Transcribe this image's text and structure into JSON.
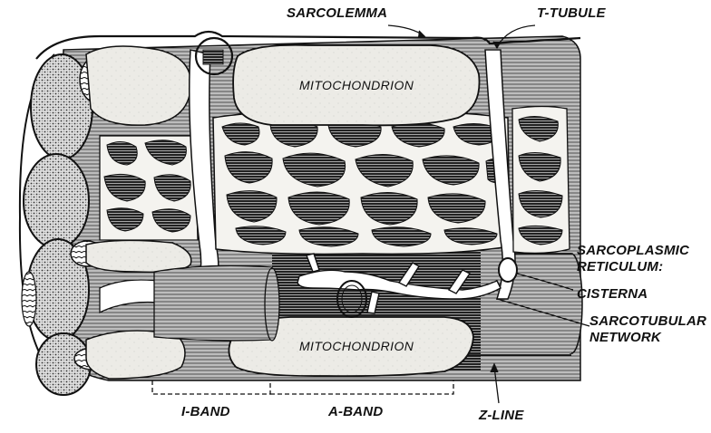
{
  "labels": {
    "sarcolemma": "SARCOLEMMA",
    "t_tubule": "T-TUBULE",
    "mitochondrion_top": "MITOCHONDRION",
    "mitochondrion_bottom": "MITOCHONDRION",
    "sarcoplasmic_reticulum_line1": "SARCOPLASMIC",
    "sarcoplasmic_reticulum_line2": "RETICULUM:",
    "cisterna": "CISTERNA",
    "sarcotubular_line1": "SARCOTUBULAR",
    "sarcotubular_line2": "NETWORK",
    "i_band": "I-BAND",
    "a_band": "A-BAND",
    "z_line": "Z-LINE"
  },
  "colors": {
    "ink": "#111111",
    "membrane_fill": "#f3f2ee",
    "mito_fill": "#ebe9e4",
    "background": "#ffffff"
  }
}
